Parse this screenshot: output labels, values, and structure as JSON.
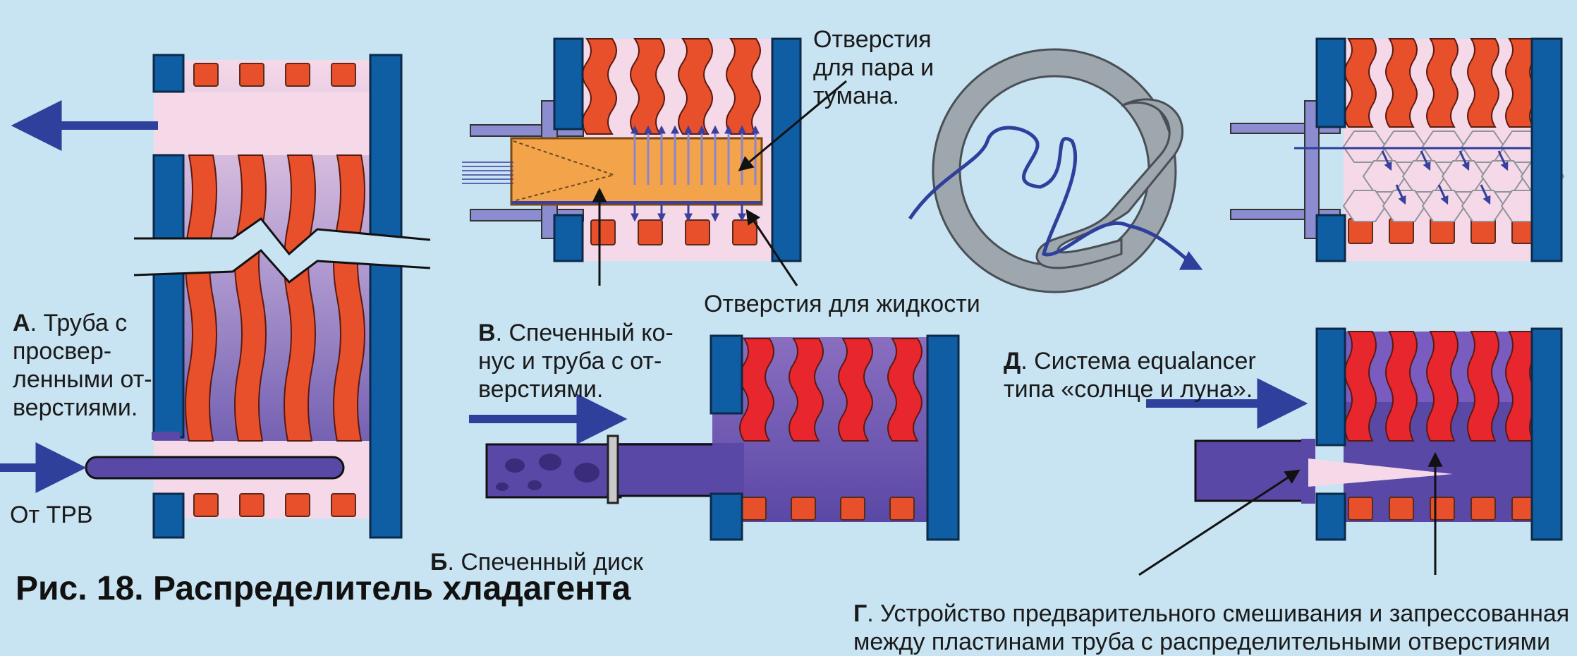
{
  "title": "Рис. 18. Распределитель хладагента",
  "colors": {
    "background": "#c8e3f1",
    "plate": "#0f5ea3",
    "fin": "#e8502c",
    "fin_bright": "#e8262e",
    "pink": "#f6d9e8",
    "purple": "#5a48a6",
    "arrow": "#2e3f9c",
    "orange": "#f3a34a",
    "gray": "#9ea6ae"
  },
  "panels": {
    "a": {
      "letter": "А",
      "caption": ". Труба с\nпросвер-\nленными от-\nверстиями.",
      "inlet_label": "От ТРВ"
    },
    "b": {
      "letter": "Б",
      "caption": ". Спеченный диск"
    },
    "v": {
      "letter": "В",
      "caption": ". Спеченный ко-\nнус и труба с от-\nверстиями.",
      "vapor_holes": "Отверстия\nдля пара и\nтумана.",
      "liquid_holes": "Отверстия для жидкости"
    },
    "g": {
      "letter": "Г",
      "caption": ". Устройство предварительного смешивания и запрессованная\nмежду пластинами труба с распределительными отверстиями"
    },
    "d": {
      "letter": "Д",
      "caption": ". Система equalancer\nтипа «солнце и луна»."
    }
  }
}
